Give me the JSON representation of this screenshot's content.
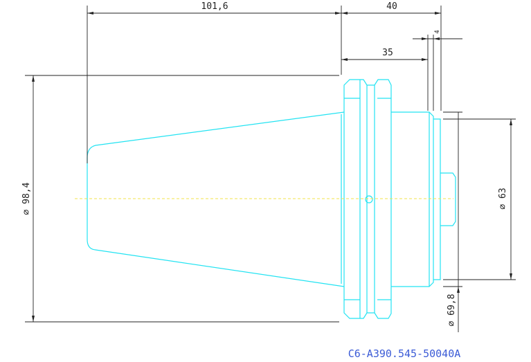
{
  "drawing": {
    "part_number": "C6-A390.545-50040A",
    "dimensions": {
      "length_taper": "101,6",
      "length_total_right": "40",
      "length_inner": "35",
      "small_step": "4",
      "dia_flange": "⌀ 98,4",
      "dia_body": "⌀ 63",
      "dia_collar": "⌀ 69,8"
    },
    "colors": {
      "outline": "#22e3f2",
      "center_line": "#f2e34a",
      "dimension": "#111111",
      "part_number": "#3b5bd6"
    }
  }
}
